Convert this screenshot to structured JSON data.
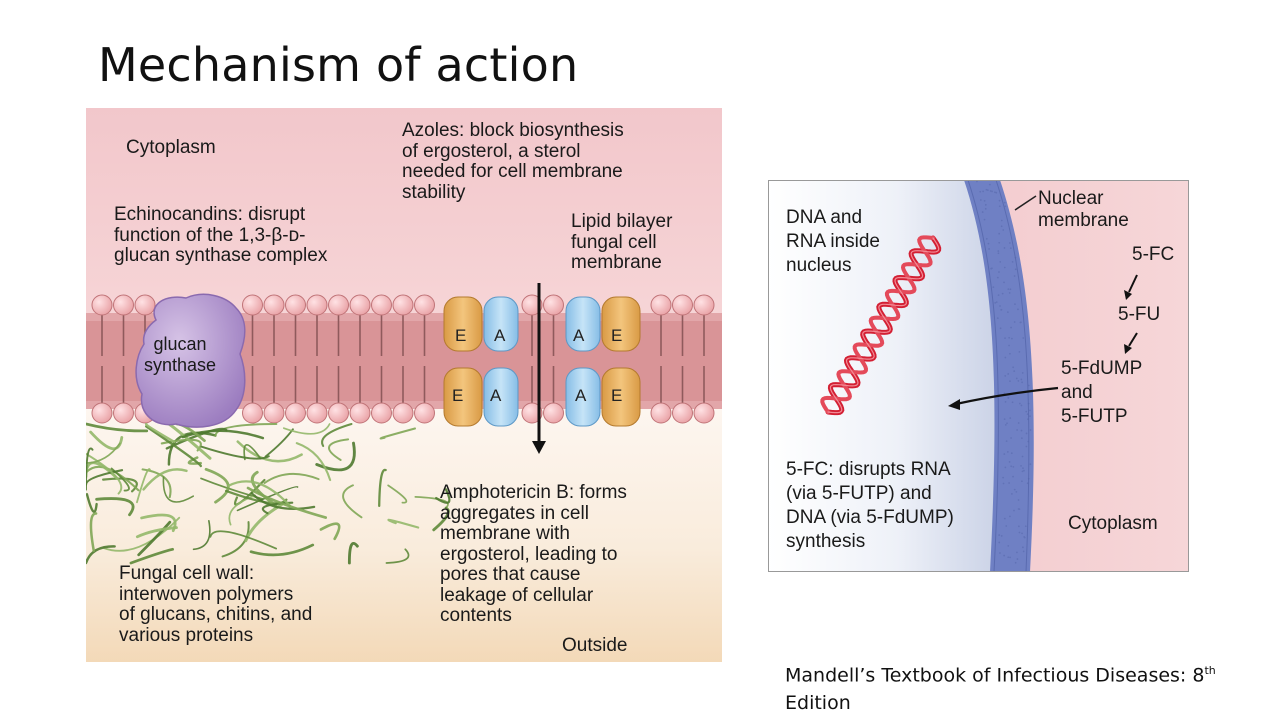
{
  "slide": {
    "title": "Mechanism of action",
    "citation_main": "Mandell’s Textbook of Infectious Diseases: 8",
    "citation_sup": "th",
    "citation_tail": "Edition"
  },
  "left_figure": {
    "cytoplasm": "Cytoplasm",
    "azoles": "Azoles: block biosynthesis\nof ergosterol, a sterol\nneeded for cell membrane\nstability",
    "echinocandins": "Echinocandins: disrupt\nfunction of the 1,3-β-ᴅ-\nglucan synthase complex",
    "lipid_bilayer": "Lipid bilayer\nfungal cell\nmembrane",
    "glucan_synthase": "glucan\nsynthase",
    "pore_letter_e": "E",
    "pore_letter_a": "A",
    "amphotericin": "Amphotericin B: forms\naggregates in cell\nmembrane with\nergosterol, leading to\npores that cause\nleakage of cellular\ncontents",
    "cell_wall": "Fungal cell wall:\ninterwoven polymers\nof glucans, chitins, and\nvarious proteins",
    "outside": "Outside"
  },
  "right_figure": {
    "dna_rna": "DNA and\nRNA inside\nnucleus",
    "nuclear_membrane": "Nuclear\nmembrane",
    "step_5fc": "5-FC",
    "step_5fu": "5-FU",
    "step_products": "5-FdUMP\nand\n5-FUTP",
    "flucytosine": "5-FC: disrupts RNA\n(via 5-FUTP) and\nDNA (via 5-FdUMP)\nsynthesis",
    "cytoplasm": "Cytoplasm"
  },
  "colors": {
    "cytoplasm_pink": "#f4cccf",
    "membrane_core": "#d48c8e",
    "lipid_head": "#f3b9bc",
    "glucan_synthase": "#b79ad0",
    "ergosterol_orange": "#e9b466",
    "amphotericin_blue": "#a9d3ef",
    "cell_wall_green": "#6f9a47",
    "outside_cream": "#f8e9d6",
    "nuclear_membrane_blue": "#6f80c4",
    "dna_red": "#d31f33"
  }
}
